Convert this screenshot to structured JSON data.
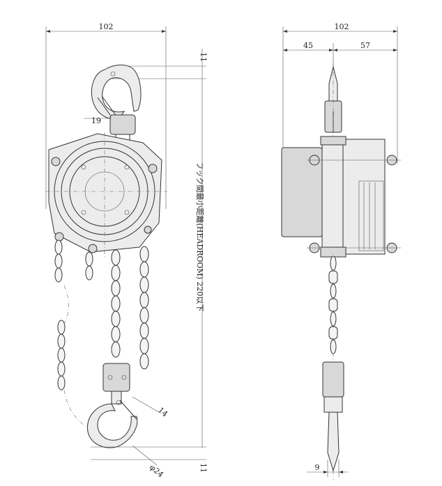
{
  "front_view": {
    "width_label": "102",
    "top_offset_label": "11",
    "hook_throat_label": "19",
    "headroom_label": "フック間最小距離(HEADROOM) 220以下",
    "hook_tip_label": "14",
    "hook_diameter_label": "φ24",
    "bottom_offset_label": "11"
  },
  "side_view": {
    "width_label": "102",
    "left_label": "45",
    "right_label": "57",
    "bottom_hook_label": "9"
  }
}
